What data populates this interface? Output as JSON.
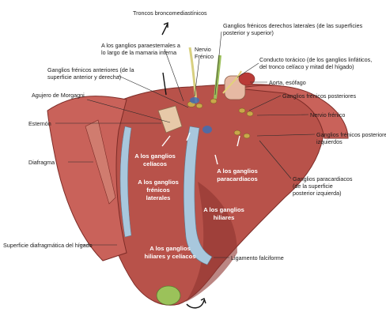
{
  "labels": {
    "troncos": "Troncos broncomediastínicos",
    "paraesternales_1": "A los ganglios paraesternales a",
    "paraesternales_2": "lo largo de la mamaria interna",
    "nervio_frenico_top_1": "Nervio",
    "nervio_frenico_top_2": "Frénico",
    "frenicos_derechos_1": "Ganglios frénicos derechos laterales (de las superficies",
    "frenicos_derechos_2": "posterior y superior)",
    "conducto_toracico_1": "Conducto torácico (de los ganglios linfáticos,",
    "conducto_toracico_2": "del tronco celíaco y mitad del hígado)",
    "frenicos_anteriores_1": "Ganglios frénicos anteriores (de la",
    "frenicos_anteriores_2": "superficie anterior y derecha)",
    "aorta": "Aorta, esófago",
    "agujero_morgagni": "Agujero de Morgagni",
    "frenicos_posteriores": "Ganglios frénicos posteriores",
    "nervio_frenico_right": "Nervio frénico",
    "esternon": "Esternón",
    "frenicos_post_izq_1": "Ganglios frénicos posteriores",
    "frenicos_post_izq_2": "izquierdos",
    "diafragma": "Diafragma",
    "paracardiacos_1": "Ganglios paracardiacos",
    "paracardiacos_2": "(de la superficie",
    "paracardiacos_3": "posterior izquierda)",
    "superficie_1": "Superficie diafragmática del hígado",
    "ligamento": "Ligamento falciforme"
  },
  "organ_labels": {
    "celiacos_1": "A los ganglios",
    "celiacos_2": "celíacos",
    "frenicos_lat_1": "A los ganglios",
    "frenicos_lat_2": "frénicos",
    "frenicos_lat_3": "laterales",
    "paracardiacos_1": "A los ganglios",
    "paracardiacos_2": "paracardiacos",
    "hiliares_1": "A los ganglios",
    "hiliares_2": "hiliares",
    "hiliares_celiacos_1": "A los ganglios",
    "hiliares_celiacos_2": "hiliares y celíacos"
  },
  "colors": {
    "liver": "#b8524a",
    "liver_dark": "#8e3530",
    "diaphragm": "#c9625a",
    "ligament": "#a8c7dd",
    "nerve": "#d8d080",
    "node": "#c9a84a",
    "gallbladder": "#9bc25a"
  }
}
